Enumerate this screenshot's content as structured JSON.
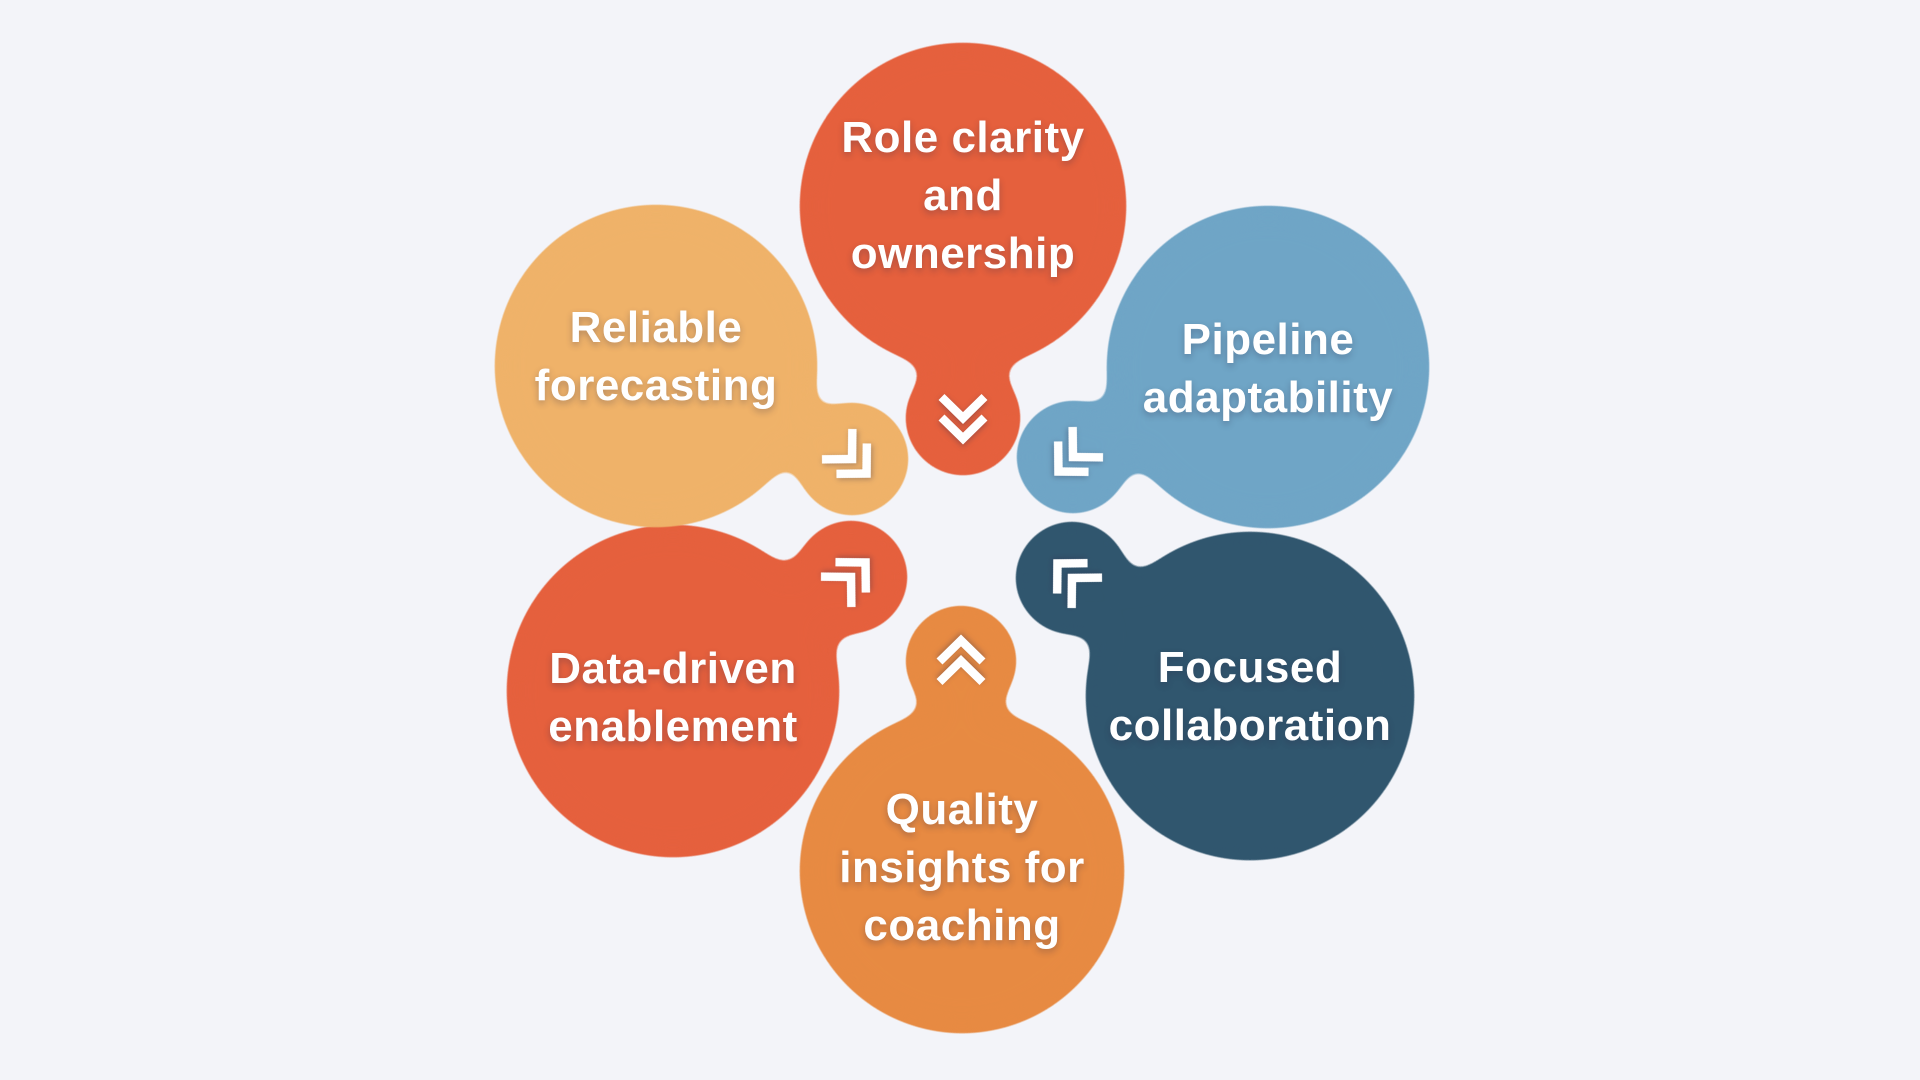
{
  "canvas": {
    "background_color": "#F3F4F9"
  },
  "diagram": {
    "type": "cycle-bubbles",
    "text_color": "#FFFFFF",
    "icon_color": "#FFFFFF",
    "bubbles": [
      {
        "id": "role-clarity",
        "position": "top",
        "label": "Role clarity\nand\nownership",
        "color": "#E5603D",
        "icon": "double-chevron-down"
      },
      {
        "id": "pipeline-adaptability",
        "position": "top-right",
        "label": "Pipeline\nadaptability",
        "color": "#6FA5C6",
        "icon": "double-chevron-down-left"
      },
      {
        "id": "focused-collaboration",
        "position": "bottom-right",
        "label": "Focused\ncollaboration",
        "color": "#30566E",
        "icon": "double-chevron-up-left"
      },
      {
        "id": "quality-insights",
        "position": "bottom",
        "label": "Quality\ninsights for\ncoaching",
        "color": "#E78A42",
        "icon": "double-chevron-up"
      },
      {
        "id": "data-driven-enablement",
        "position": "bottom-left",
        "label": "Data-driven\nenablement",
        "color": "#E5603D",
        "icon": "double-chevron-up-right"
      },
      {
        "id": "reliable-forecasting",
        "position": "top-left",
        "label": "Reliable\nforecasting",
        "color": "#EFB269",
        "icon": "double-chevron-down-right"
      }
    ]
  }
}
